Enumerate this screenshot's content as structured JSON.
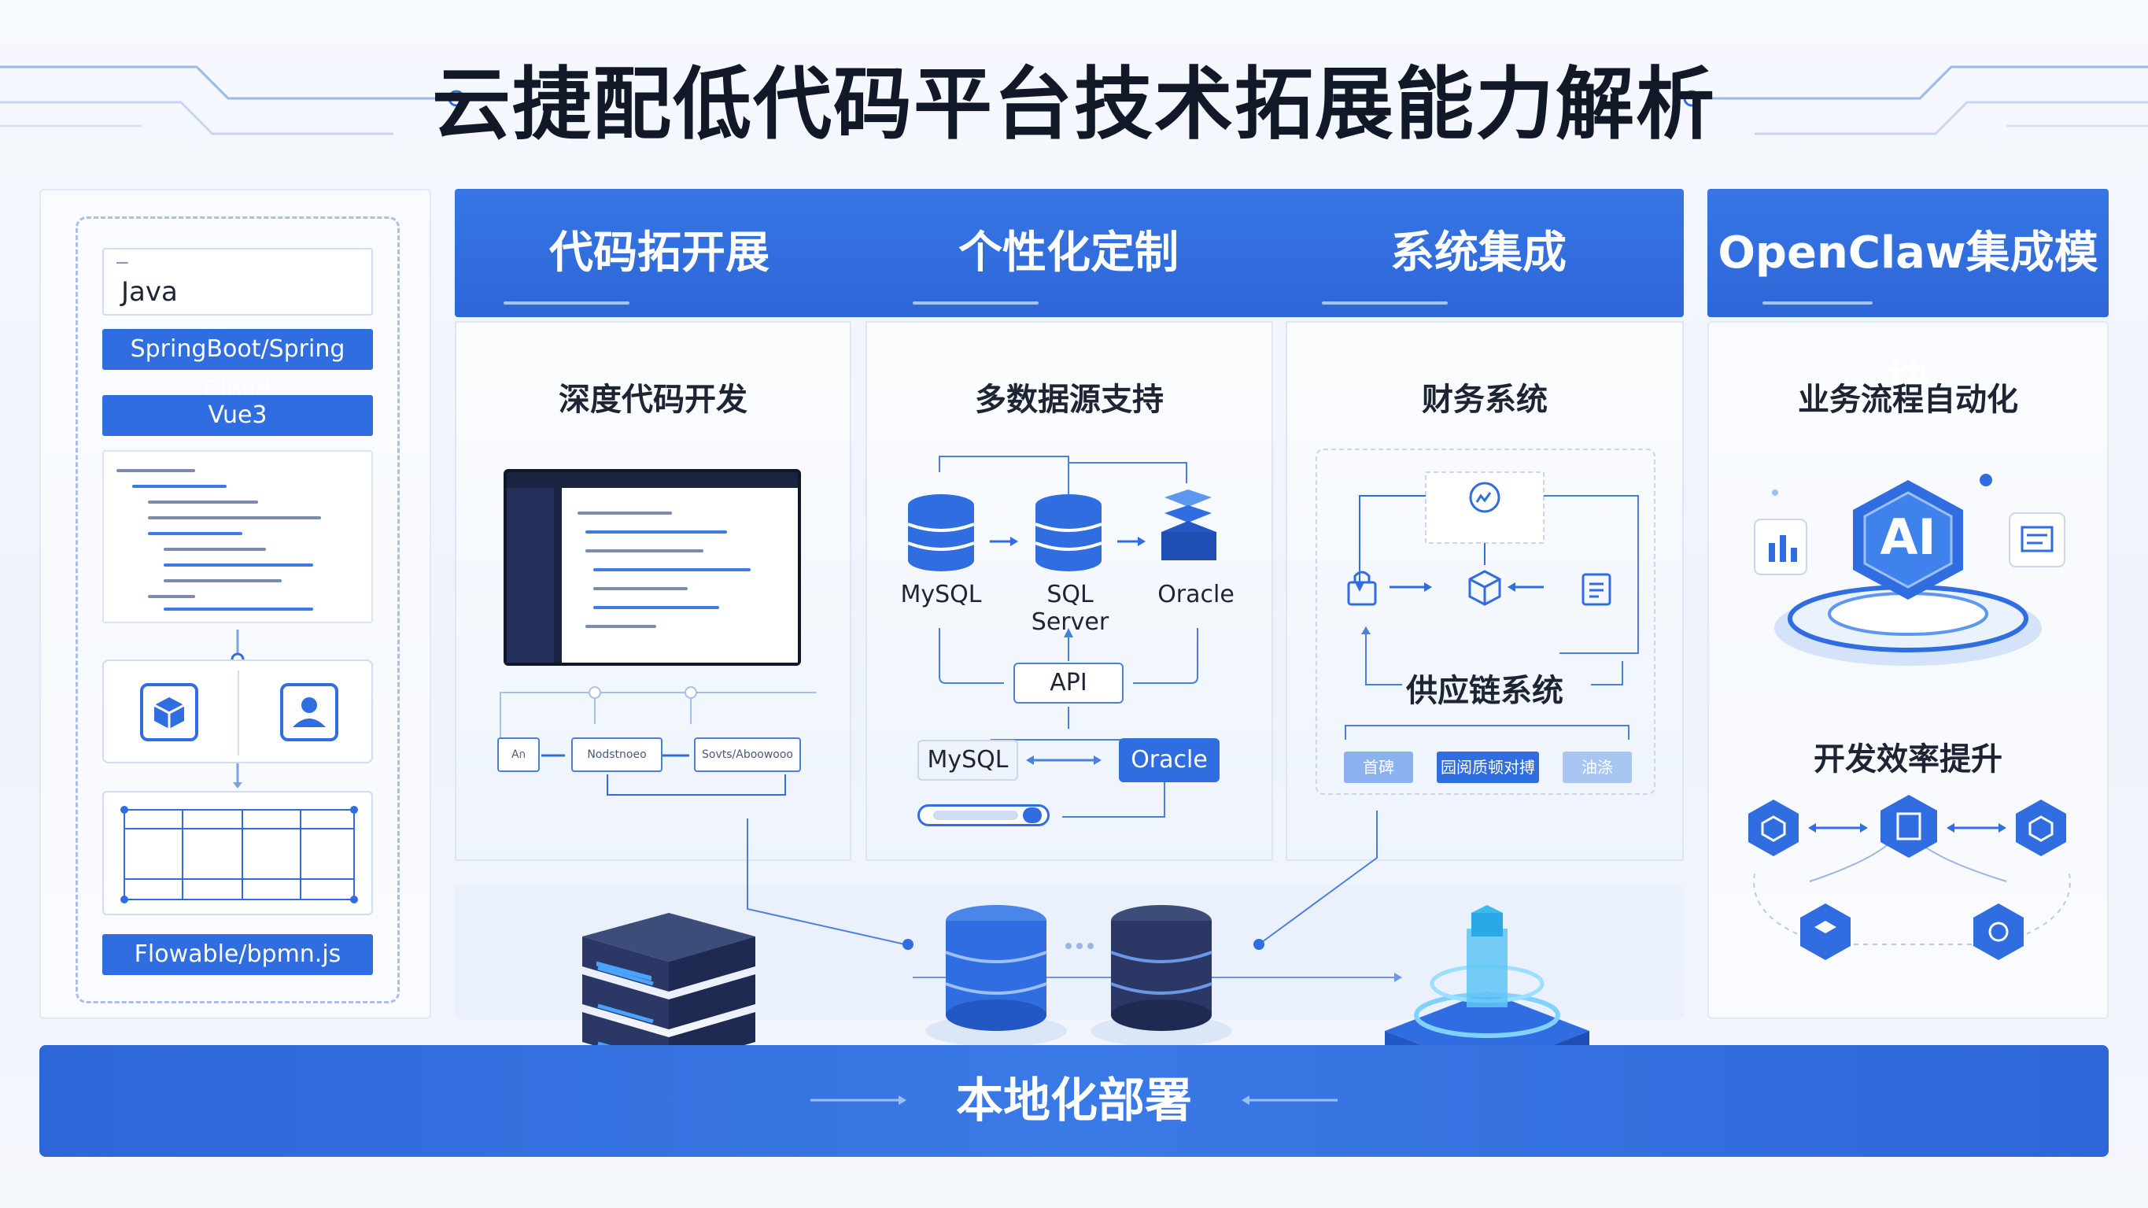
{
  "title": "云捷配低代码平台技术拓展能力解析",
  "tech_stack": {
    "input_value": "Java",
    "items": [
      "SpringBoot/Spring Cloud",
      "Vue3",
      "Flowable/bpmn.js"
    ]
  },
  "columns": [
    {
      "header": "代码拓开展",
      "subtitle": "深度代码开发"
    },
    {
      "header": "个性化定制",
      "subtitle": "多数据源支持"
    },
    {
      "header": "系统集成",
      "subtitle": "财务系统"
    },
    {
      "header": "OpenClaw集成模块",
      "subtitle": "业务流程自动化"
    }
  ],
  "code_dev": {
    "flow_nodes": [
      "Aก",
      "Nodstnoeo",
      "Sovts/Aboowooo"
    ]
  },
  "data_sources": {
    "databases": [
      "MySQL",
      "SQL Server",
      "Oracle"
    ],
    "api_label": "API",
    "lower_left": "MySQL",
    "lower_right": "Oracle"
  },
  "finance": {
    "supply_chain_label": "供应链系统",
    "tags": [
      "首碑",
      "园阅质顿对搏",
      "油涤"
    ]
  },
  "openclaw": {
    "ai_label": "AI",
    "efficiency_title": "开发效率提升"
  },
  "deploy": {
    "label": "本地化部署"
  },
  "colors": {
    "brand_blue": "#2f6de0",
    "band_blue": "#3776e4",
    "title_text": "#111827"
  }
}
